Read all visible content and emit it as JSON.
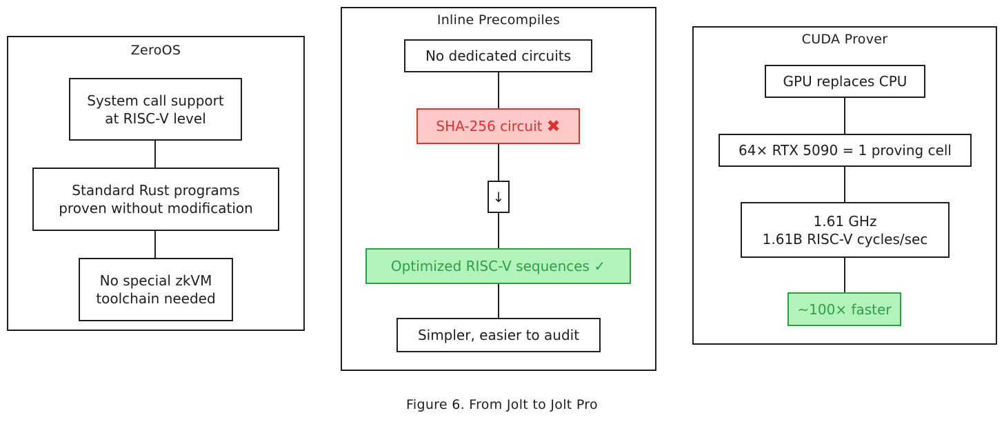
{
  "caption": "Figure 6. From Jolt to Jolt Pro",
  "panels": {
    "zeroos": {
      "title": "ZeroOS",
      "nodes": [
        "System call support\nat RISC-V level",
        "Standard Rust programs\nproven without modification",
        "No special zkVM\ntoolchain needed"
      ]
    },
    "inline": {
      "title": "Inline Precompiles",
      "nodes": [
        "No dedicated circuits",
        "SHA-256 circuit",
        "↓",
        "Optimized RISC-V sequences ✓",
        "Simpler, easier to audit"
      ],
      "x_mark": "✖"
    },
    "cuda": {
      "title": "CUDA Prover",
      "nodes": [
        "GPU replaces CPU",
        "64× RTX 5090 = 1 proving cell",
        "1.61 GHz\n1.61B RISC-V cycles/sec",
        "~100× faster"
      ]
    }
  },
  "colors": {
    "stroke": "#1e1e1e",
    "red_fill": "#ffc9c9",
    "red_stroke": "#e03131",
    "green_fill": "#b2f2bb",
    "green_stroke": "#2f9e44"
  }
}
